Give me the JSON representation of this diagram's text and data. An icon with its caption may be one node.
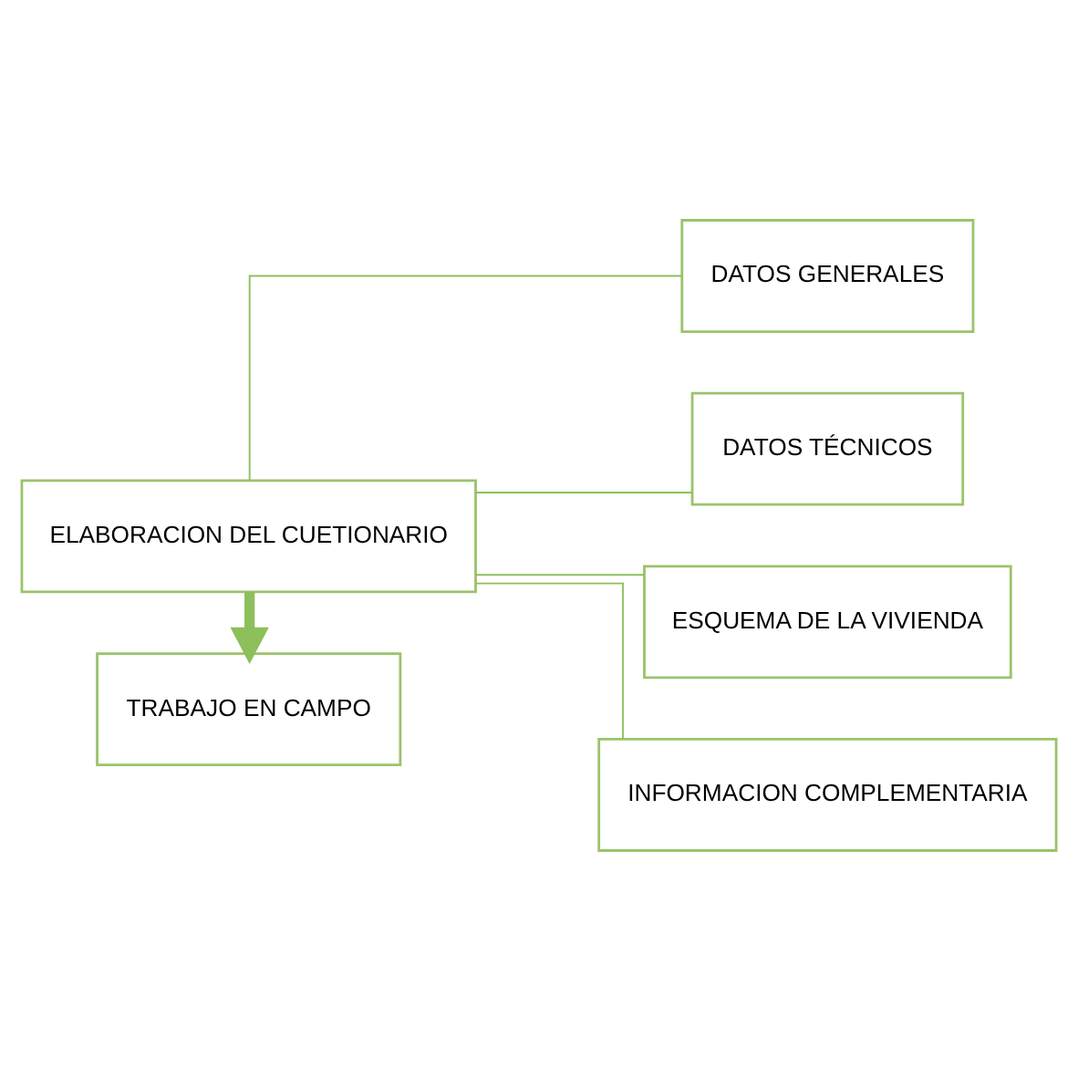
{
  "diagram": {
    "nodes": [
      {
        "text": [
          "ELABORACION DEL CUETIONARIO"
        ]
      },
      {
        "text": [
          "TRABAJO EN CAMPO"
        ]
      },
      {
        "text": [
          "DATOS GENERALES"
        ]
      },
      {
        "text": [
          "DATOS TÉCNICOS"
        ]
      },
      {
        "text": [
          "ESQUEMA DE LA VIVIENDA"
        ]
      },
      {
        "text": [
          "INFORMACION COMPLEMENTARIA"
        ]
      }
    ],
    "edges": [
      {
        "from": 0,
        "to": 1,
        "arrow": "to",
        "style": "thick"
      },
      {
        "from": 0,
        "to": 2,
        "arrow": "none"
      },
      {
        "from": 0,
        "to": 3,
        "arrow": "none"
      },
      {
        "from": 0,
        "to": 4,
        "arrow": "none"
      },
      {
        "from": 0,
        "to": 5,
        "arrow": "none"
      }
    ]
  }
}
